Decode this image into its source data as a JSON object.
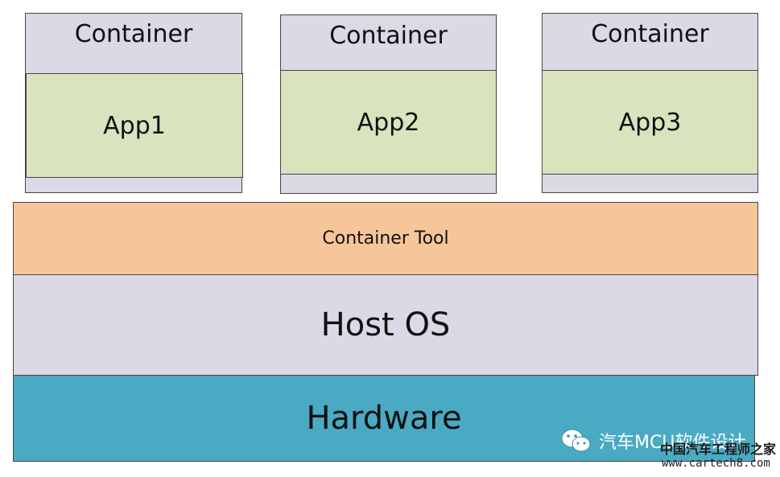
{
  "containers": [
    {
      "label": "Container",
      "app": "App1"
    },
    {
      "label": "Container",
      "app": "App2"
    },
    {
      "label": "Container",
      "app": "App3"
    }
  ],
  "layers": {
    "container_tool": "Container Tool",
    "host_os": "Host OS",
    "hardware": "Hardware"
  },
  "watermark": {
    "account": "汽车MCU软件设计",
    "site_name": "中国汽车工程师之家",
    "site_url": "www.cartech8.com"
  },
  "colors": {
    "container": "#dcd8e6",
    "app": "#d9e4bf",
    "container_tool": "#f7c59a",
    "host_os": "#dcd8e6",
    "hardware": "#4aaac4"
  }
}
